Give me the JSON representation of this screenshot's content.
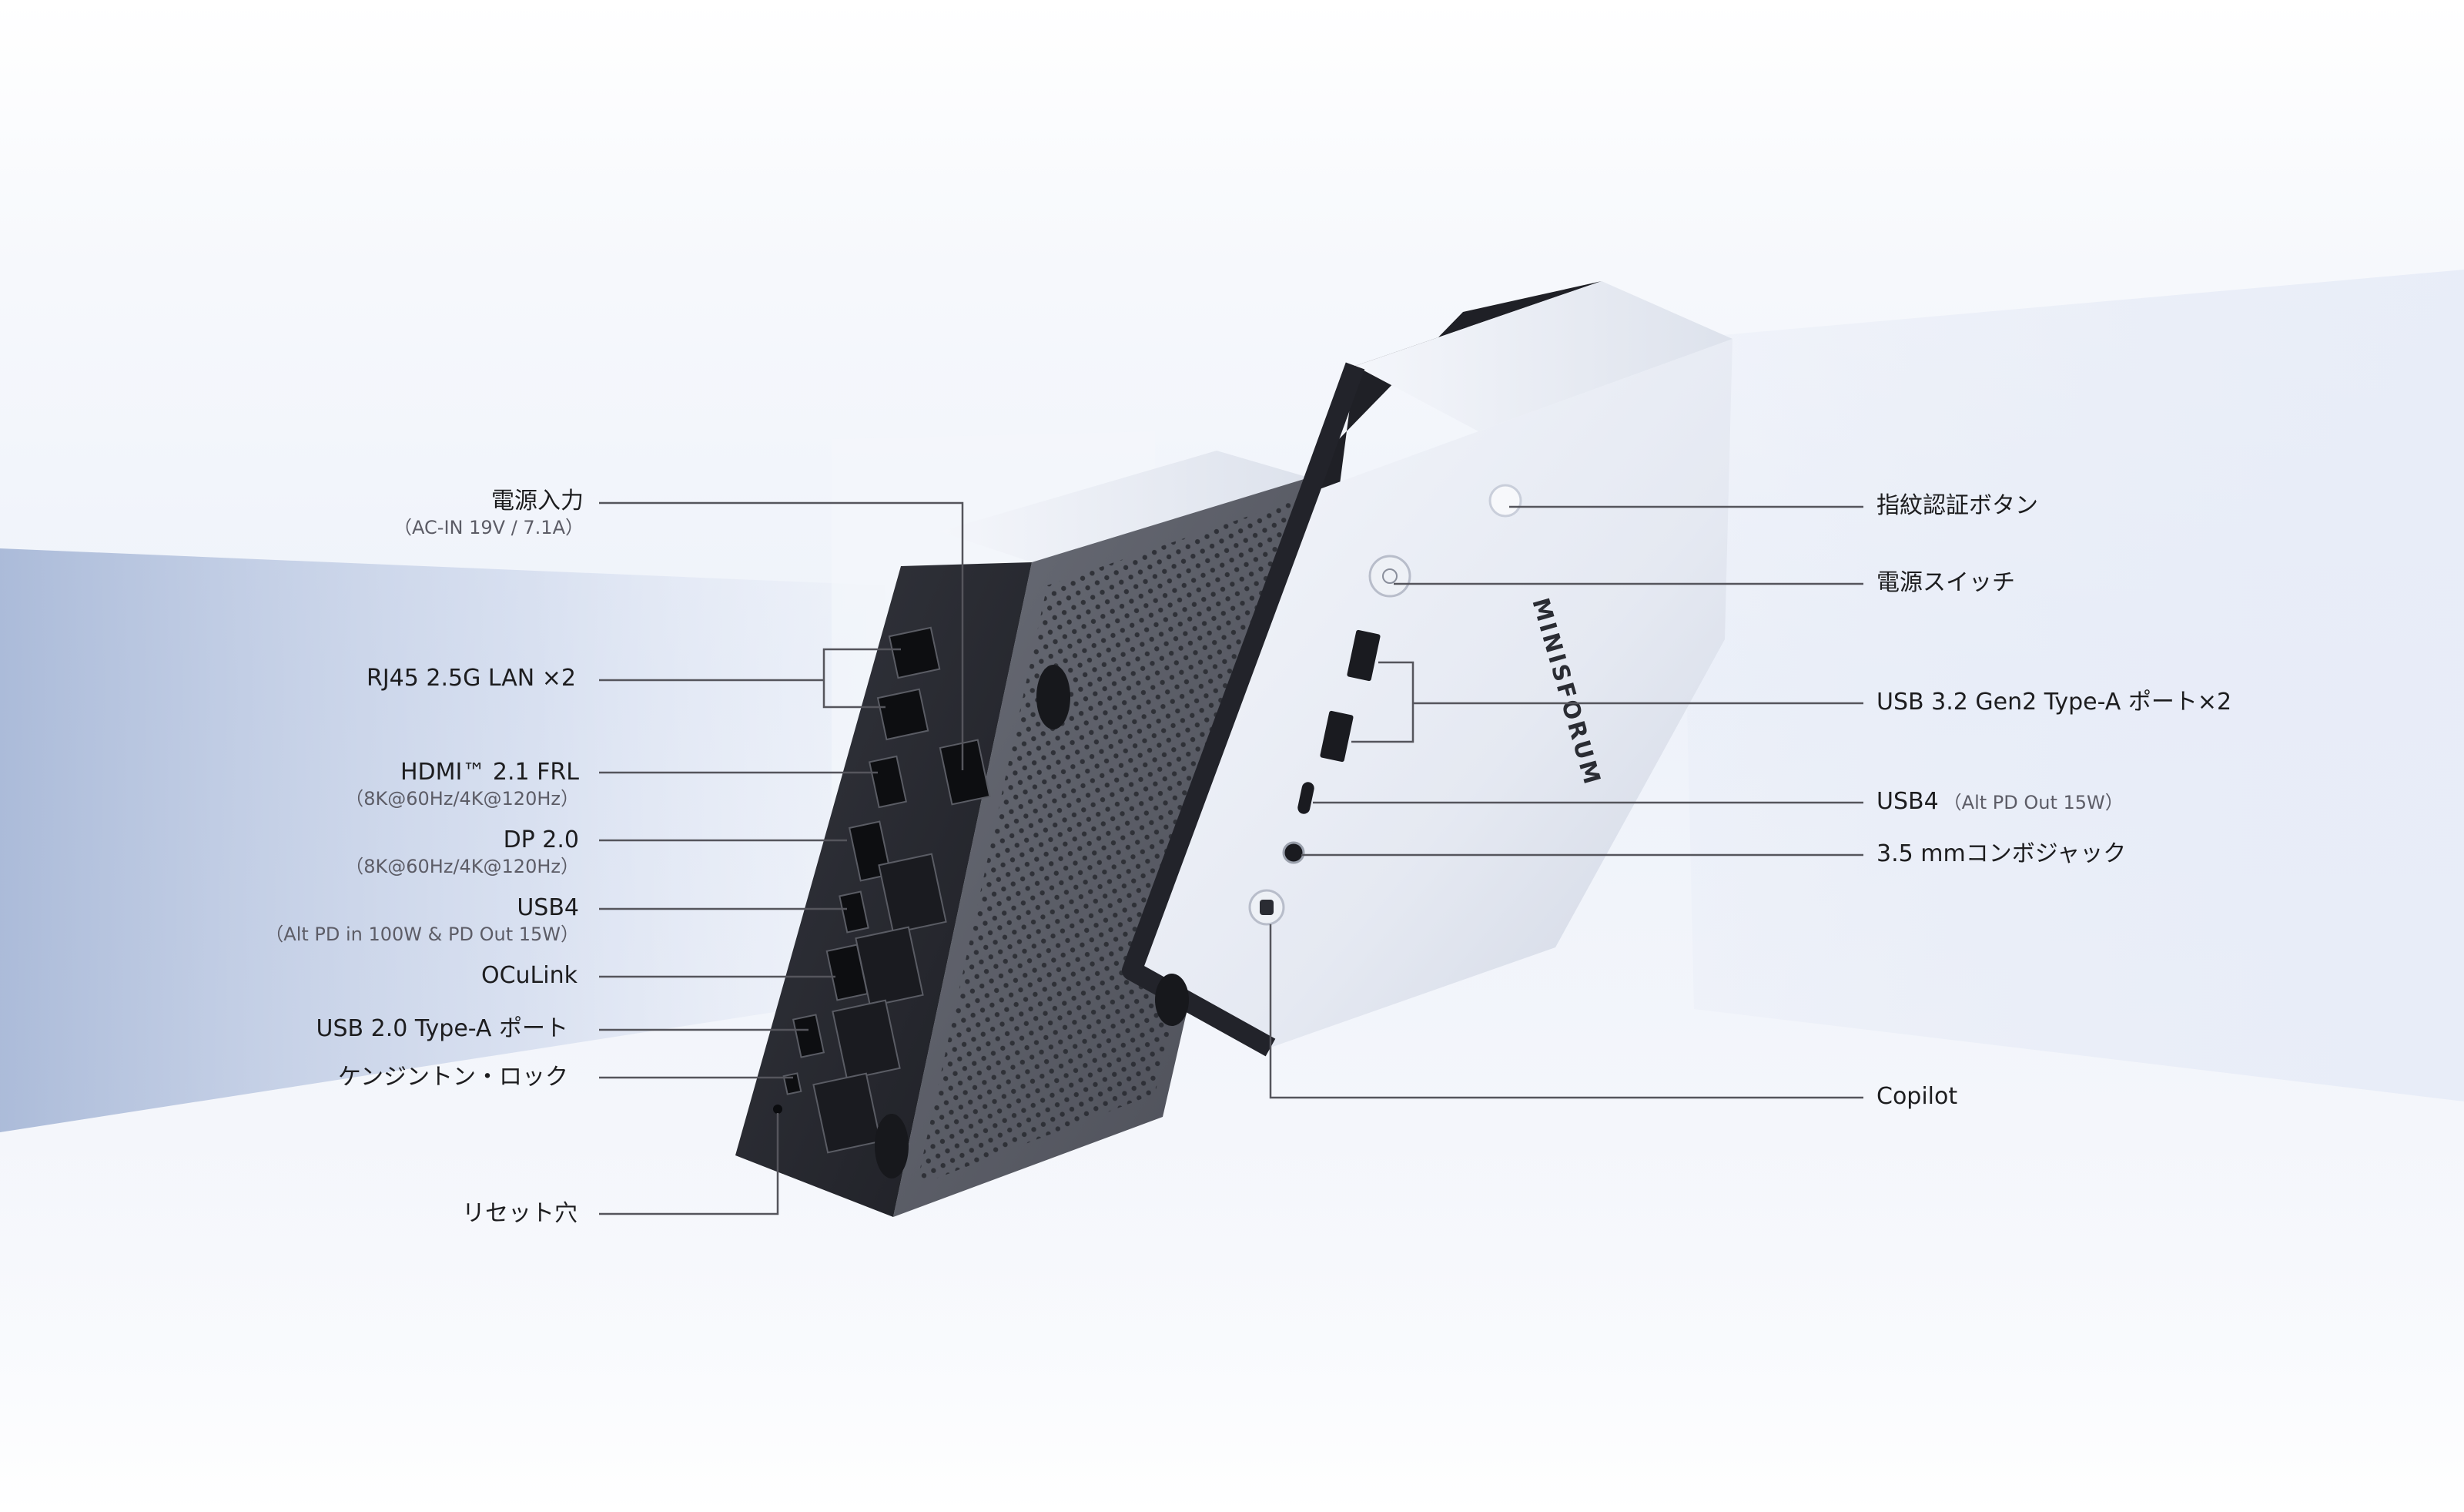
{
  "product": {
    "brand_mark": "MINISFORUM"
  },
  "left_labels": [
    {
      "name": "電源入力",
      "sub": "（AC-IN 19V / 7.1A）"
    },
    {
      "name": "RJ45 2.5G LAN ×2",
      "sub": ""
    },
    {
      "name": "HDMI™ 2.1 FRL",
      "sub": "（8K@60Hz/4K@120Hz）"
    },
    {
      "name": "DP 2.0",
      "sub": "（8K@60Hz/4K@120Hz）"
    },
    {
      "name": "USB4",
      "sub": "（Alt PD in 100W & PD Out 15W）"
    },
    {
      "name": "OCuLink",
      "sub": ""
    },
    {
      "name": "USB 2.0 Type-A ポート",
      "sub": ""
    },
    {
      "name": "ケンジントン・ロック",
      "sub": ""
    },
    {
      "name": "リセット穴",
      "sub": ""
    }
  ],
  "right_labels": [
    {
      "name": "指紋認証ボタン",
      "sub": ""
    },
    {
      "name": "電源スイッチ",
      "sub": ""
    },
    {
      "name": "USB 3.2 Gen2 Type-A ポート×2",
      "sub": ""
    },
    {
      "name": "USB4",
      "sub": "（Alt PD Out 15W）"
    },
    {
      "name": "3.5 mmコンボジャック",
      "sub": ""
    },
    {
      "name": "Copilot",
      "sub": ""
    }
  ],
  "colors": {
    "leader_line": "#55555c",
    "text": "#1d1d1f",
    "subtext": "#5c5c66",
    "chassis_dark": "#2a2c33",
    "chassis_light": "#e9ecf3"
  }
}
